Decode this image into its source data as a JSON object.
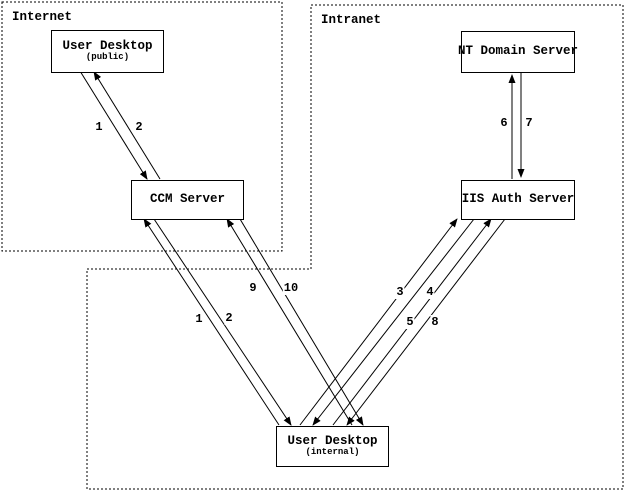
{
  "diagram": {
    "regions": {
      "internet": {
        "label": "Internet"
      },
      "intranet": {
        "label": "Intranet"
      }
    },
    "nodes": {
      "user_desktop_public": {
        "title": "User Desktop",
        "subtitle": "(public)"
      },
      "ccm_server": {
        "title": "CCM Server"
      },
      "nt_domain_server": {
        "title": "NT Domain Server"
      },
      "iis_auth_server": {
        "title": "IIS Auth Server"
      },
      "user_desktop_internal": {
        "title": "User Desktop",
        "subtitle": "(internal)"
      }
    },
    "edges": [
      {
        "label": "1",
        "from": "user-desktop-public",
        "to": "ccm-server"
      },
      {
        "label": "2",
        "from": "ccm-server",
        "to": "user-desktop-public"
      },
      {
        "label": "1",
        "from": "user-desktop-internal",
        "to": "ccm-server"
      },
      {
        "label": "2",
        "from": "ccm-server",
        "to": "user-desktop-internal"
      },
      {
        "label": "9",
        "from": "user-desktop-internal",
        "to": "ccm-server"
      },
      {
        "label": "10",
        "from": "ccm-server",
        "to": "user-desktop-internal"
      },
      {
        "label": "3",
        "from": "user-desktop-internal",
        "to": "iis-auth-server"
      },
      {
        "label": "4",
        "from": "iis-auth-server",
        "to": "user-desktop-internal"
      },
      {
        "label": "5",
        "from": "user-desktop-internal",
        "to": "iis-auth-server"
      },
      {
        "label": "8",
        "from": "iis-auth-server",
        "to": "user-desktop-internal"
      },
      {
        "label": "6",
        "from": "iis-auth-server",
        "to": "nt-domain-server"
      },
      {
        "label": "7",
        "from": "nt-domain-server",
        "to": "iis-auth-server"
      }
    ],
    "colors": {
      "background": "#ffffff",
      "line": "#000000",
      "text": "#000000"
    }
  }
}
